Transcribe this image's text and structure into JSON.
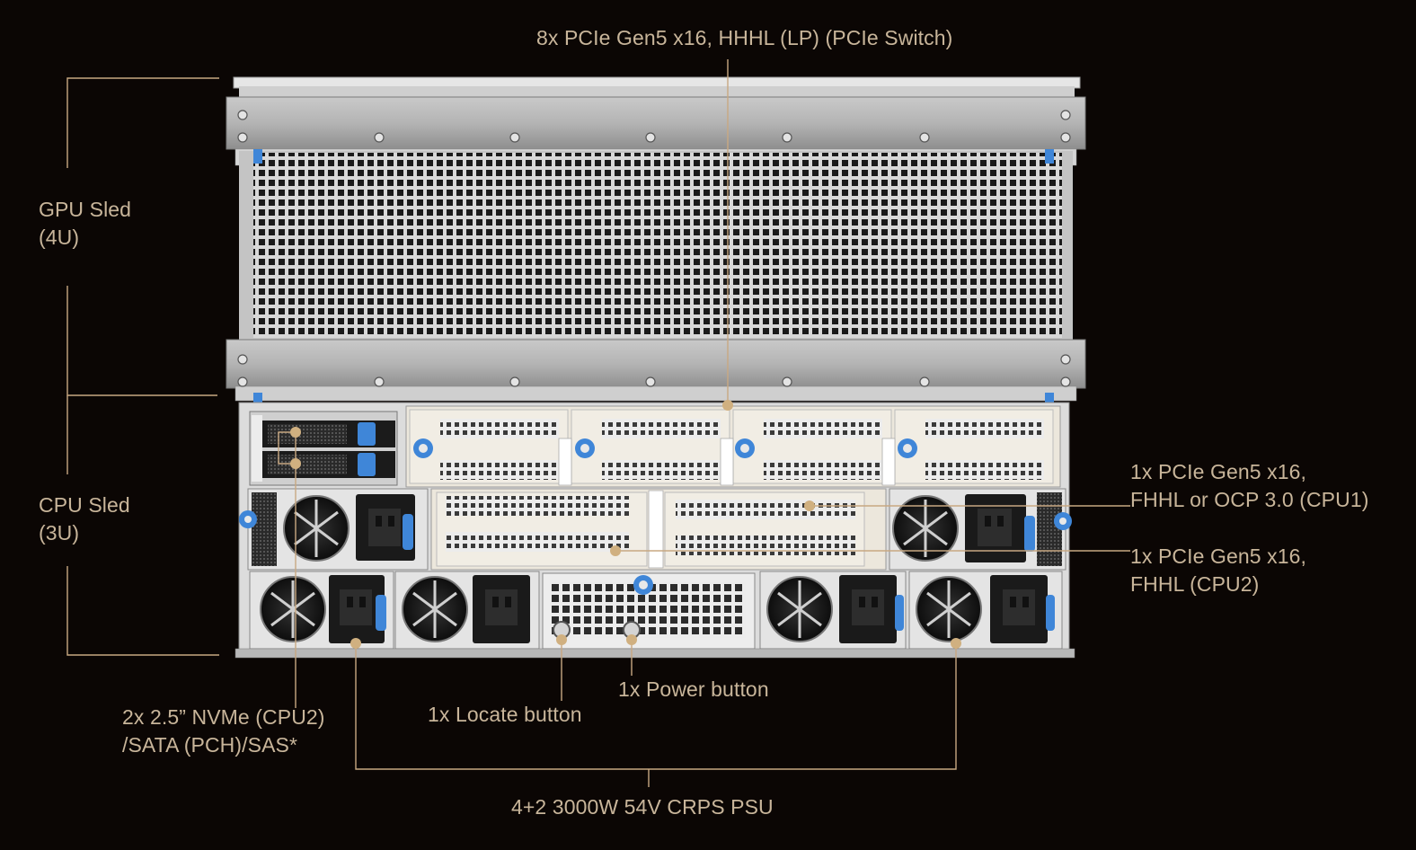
{
  "colors": {
    "background": "#0b0604",
    "callout": "#c8a882",
    "label_text": "#c8b59a",
    "chassis": "#dcdcdc",
    "accent_blue": "#3f86d8",
    "fan_black": "#141414"
  },
  "labels": {
    "pcie_switch": "8x PCIe Gen5 x16, HHHL (LP) (PCIe Switch)",
    "gpu_sled": {
      "line1": "GPU Sled",
      "line2": "(4U)"
    },
    "cpu_sled": {
      "line1": "CPU Sled",
      "line2": "(3U)"
    },
    "pcie_cpu1": {
      "line1": "1x PCIe Gen5 x16,",
      "line2": "FHHL or OCP 3.0 (CPU1)"
    },
    "pcie_cpu2": {
      "line1": "1x PCIe Gen5 x16,",
      "line2": "FHHL (CPU2)"
    },
    "power_button": "1x Power button",
    "locate_button": "1x Locate button",
    "nvme": {
      "line1": "2x 2.5” NVMe (CPU2)",
      "line2": "/SATA (PCH)/SAS*"
    },
    "psu": "4+2 3000W 54V CRPS PSU"
  }
}
